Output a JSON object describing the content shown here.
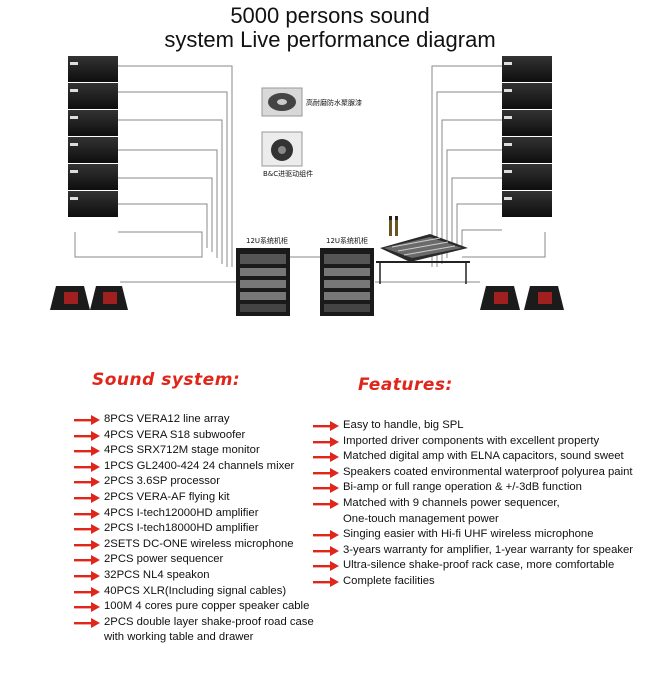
{
  "title": {
    "line1": "5000 persons sound",
    "line2": "system Live performance diagram"
  },
  "diagram": {
    "rack_left_label": "12U系统机柜",
    "rack_right_label": "12U系统机柜",
    "callout1": "高耐磨防水聚脲漆",
    "callout2": "B&C进驱动组件"
  },
  "sound_system": {
    "heading": "Sound system:",
    "items": [
      "8PCS VERA12 line array",
      "4PCS VERA S18 subwoofer",
      "4PCS SRX712M stage monitor",
      "1PCS GL2400-424 24 channels mixer",
      "2PCS 3.6SP processor",
      "2PCS VERA-AF flying kit",
      "4PCS I-tech12000HD amplifier",
      "2PCS I-tech18000HD amplifier",
      "2SETS DC-ONE wireless microphone",
      "2PCS power sequencer",
      "32PCS NL4 speakon",
      "40PCS XLR(Including signal cables)",
      "100M 4 cores pure copper speaker cable",
      "2PCS double layer shake-proof road case",
      "with working table and drawer"
    ]
  },
  "features": {
    "heading": "Features:",
    "items": [
      "Easy to handle, big SPL",
      "Imported driver components with excellent property",
      "Matched digital amp with ELNA capacitors, sound sweet",
      "Speakers coated environmental waterproof polyurea paint",
      "Bi-amp or full range operation & +/-3dB function",
      "Matched with 9 channels power sequencer,",
      "One-touch management power",
      "Singing easier with Hi-fi UHF wireless microphone",
      "3-years warranty for amplifier, 1-year warranty for speaker",
      "Ultra-silence shake-proof rack case, more comfortable",
      "Complete facilities"
    ]
  },
  "colors": {
    "accent": "#e0261a",
    "speaker": "#1a1a1a"
  }
}
